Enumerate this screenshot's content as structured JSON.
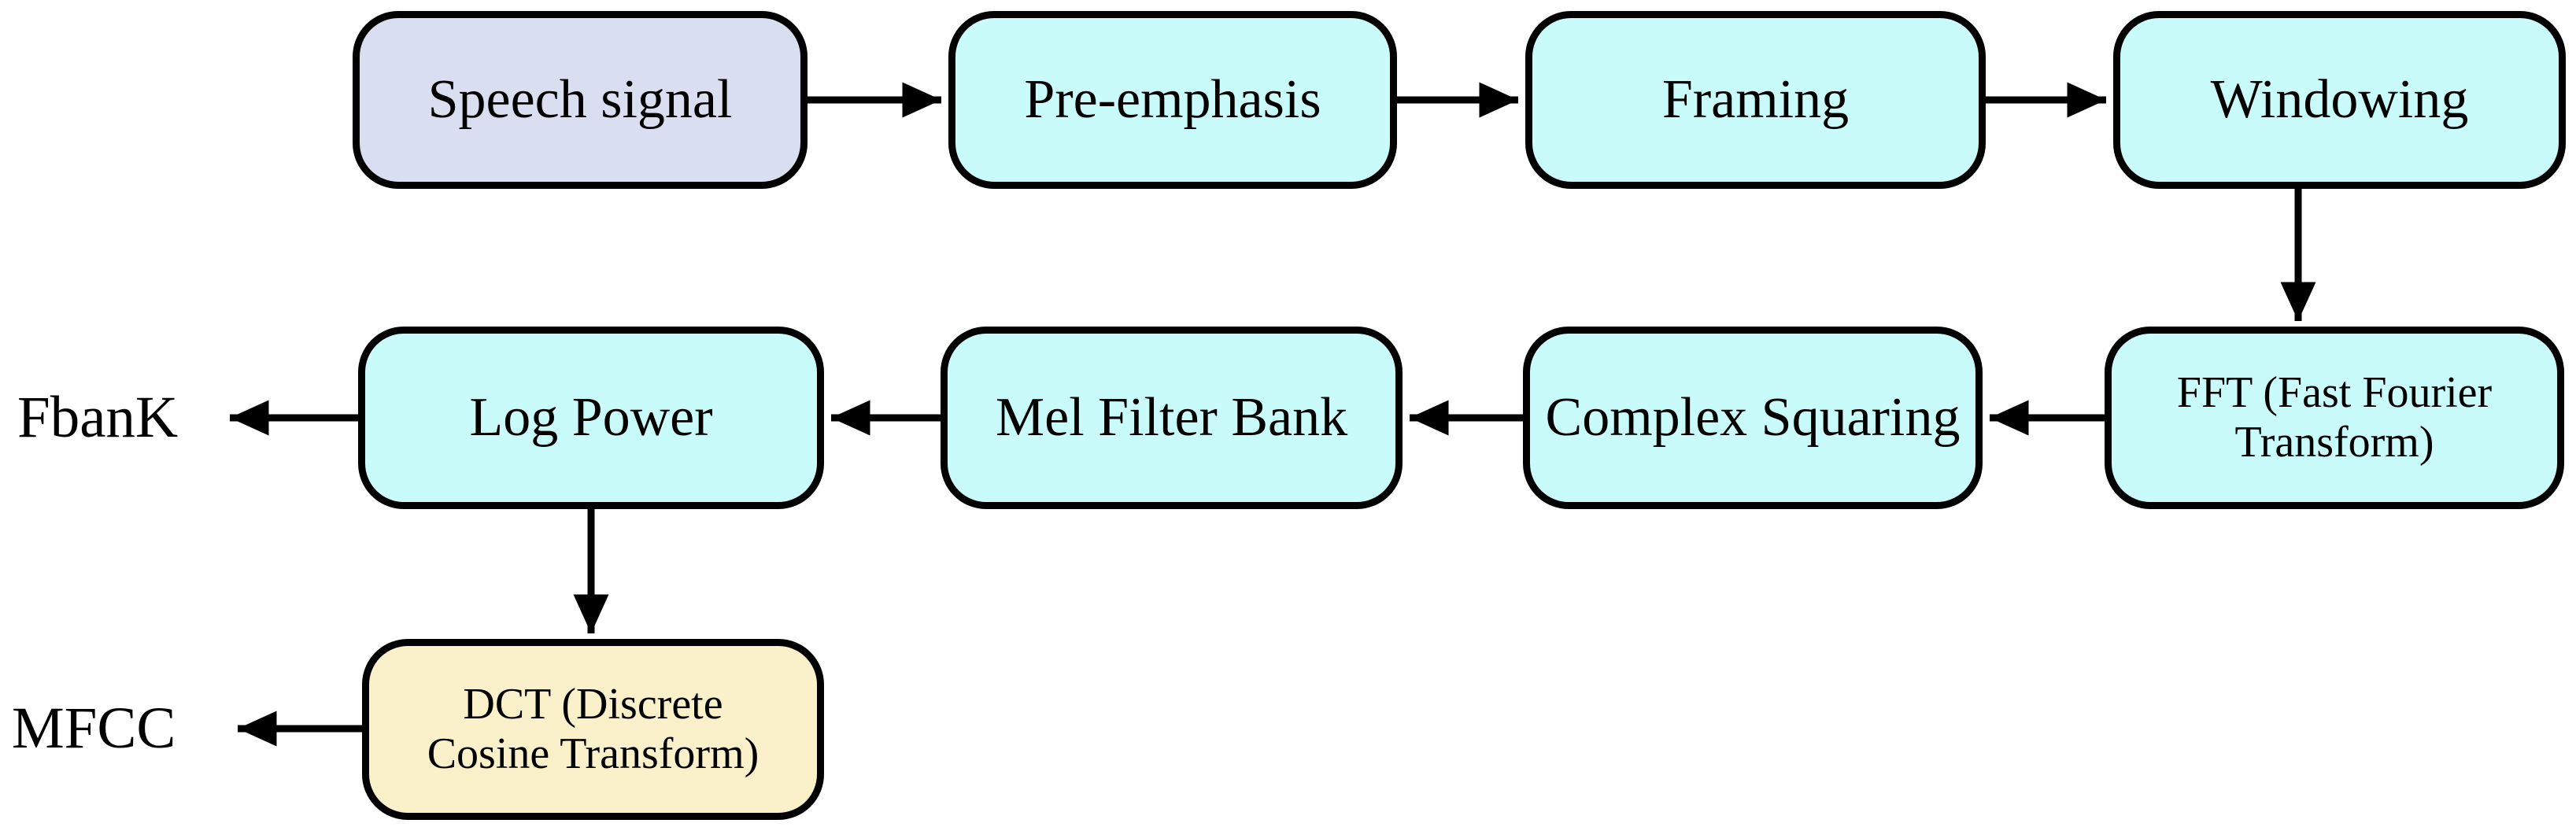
{
  "diagram": {
    "description": "MFCC and Fbank speech feature extraction pipeline flowchart",
    "colors": {
      "input_fill": "#dadef1",
      "process_fill": "#c9fbfb",
      "dct_fill": "#faf0ca",
      "stroke": "#000000",
      "background": "#ffffff",
      "text": "#000000"
    },
    "nodes": {
      "speech": {
        "label": "Speech signal"
      },
      "pre_emphasis": {
        "label": "Pre-emphasis"
      },
      "framing": {
        "label": "Framing"
      },
      "windowing": {
        "label": "Windowing"
      },
      "fft": {
        "label": "FFT (Fast Fourier Transform)"
      },
      "complex_squaring": {
        "label": "Complex Squaring"
      },
      "mel_filter_bank": {
        "label": "Mel Filter Bank"
      },
      "log_power": {
        "label": "Log Power"
      },
      "dct": {
        "label": "DCT (Discrete Cosine Transform)"
      }
    },
    "outputs": {
      "fbank": {
        "label": "FbanK"
      },
      "mfcc": {
        "label": "MFCC"
      }
    },
    "edges": [
      {
        "from": "speech",
        "to": "pre_emphasis"
      },
      {
        "from": "pre_emphasis",
        "to": "framing"
      },
      {
        "from": "framing",
        "to": "windowing"
      },
      {
        "from": "windowing",
        "to": "fft"
      },
      {
        "from": "fft",
        "to": "complex_squaring"
      },
      {
        "from": "complex_squaring",
        "to": "mel_filter_bank"
      },
      {
        "from": "mel_filter_bank",
        "to": "log_power"
      },
      {
        "from": "log_power",
        "to": "fbank"
      },
      {
        "from": "log_power",
        "to": "dct"
      },
      {
        "from": "dct",
        "to": "mfcc"
      }
    ]
  }
}
